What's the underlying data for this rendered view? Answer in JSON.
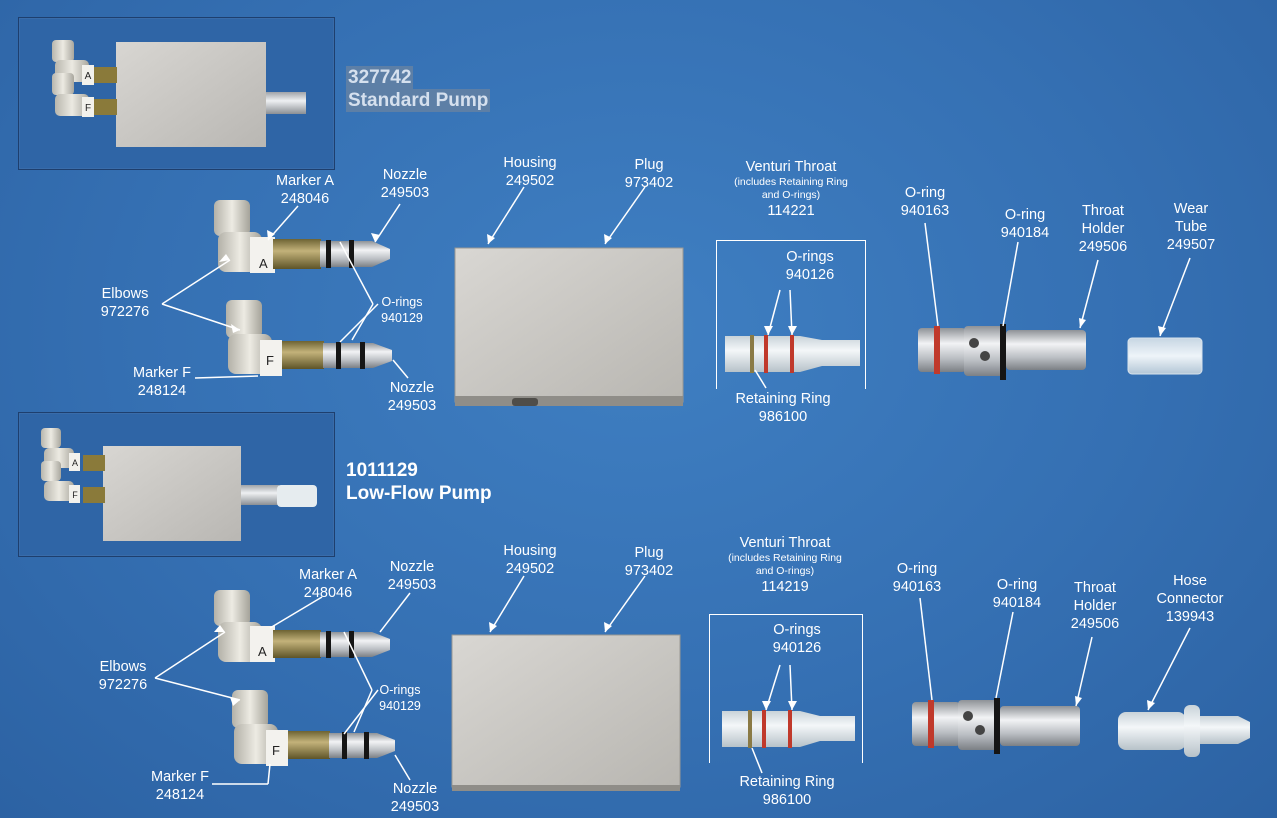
{
  "standard_pump": {
    "part_number": "327742",
    "name": "Standard Pump",
    "labels": {
      "marker_a": {
        "name": "Marker A",
        "part": "248046"
      },
      "nozzle_top": {
        "name": "Nozzle",
        "part": "249503"
      },
      "housing": {
        "name": "Housing",
        "part": "249502"
      },
      "plug": {
        "name": "Plug",
        "part": "973402"
      },
      "venturi": {
        "name": "Venturi Throat",
        "note1": "(includes Retaining Ring",
        "note2": "and O-rings)",
        "part": "114221"
      },
      "oring_1": {
        "name": "O-ring",
        "part": "940163"
      },
      "oring_2": {
        "name": "O-ring",
        "part": "940184"
      },
      "throat_holder": {
        "line1": "Throat",
        "line2": "Holder",
        "part": "249506"
      },
      "wear_tube": {
        "line1": "Wear",
        "line2": "Tube",
        "part": "249507"
      },
      "elbows": {
        "name": "Elbows",
        "part": "972276"
      },
      "orings_nozzle": {
        "name": "O-rings",
        "part": "940129"
      },
      "orings_venturi": {
        "name": "O-rings",
        "part": "940126"
      },
      "marker_f": {
        "name": "Marker F",
        "part": "248124"
      },
      "nozzle_bottom": {
        "name": "Nozzle",
        "part": "249503"
      },
      "retaining_ring": {
        "name": "Retaining Ring",
        "part": "986100"
      }
    }
  },
  "low_flow_pump": {
    "part_number": "1011129",
    "name": "Low-Flow Pump",
    "labels": {
      "marker_a": {
        "name": "Marker A",
        "part": "248046"
      },
      "nozzle_top": {
        "name": "Nozzle",
        "part": "249503"
      },
      "housing": {
        "name": "Housing",
        "part": "249502"
      },
      "plug": {
        "name": "Plug",
        "part": "973402"
      },
      "venturi": {
        "name": "Venturi Throat",
        "note1": "(includes Retaining Ring",
        "note2": "and O-rings)",
        "part": "114219"
      },
      "oring_1": {
        "name": "O-ring",
        "part": "940163"
      },
      "oring_2": {
        "name": "O-ring",
        "part": "940184"
      },
      "throat_holder": {
        "line1": "Throat",
        "line2": "Holder",
        "part": "249506"
      },
      "hose_connector": {
        "line1": "Hose",
        "line2": "Connector",
        "part": "139943"
      },
      "elbows": {
        "name": "Elbows",
        "part": "972276"
      },
      "orings_nozzle": {
        "name": "O-rings",
        "part": "940129"
      },
      "orings_venturi": {
        "name": "O-rings",
        "part": "940126"
      },
      "marker_f": {
        "name": "Marker F",
        "part": "248124"
      },
      "nozzle_bottom": {
        "name": "Nozzle",
        "part": "249503"
      },
      "retaining_ring": {
        "name": "Retaining Ring",
        "part": "986100"
      }
    }
  },
  "marker_letters": {
    "a": "A",
    "f": "F"
  },
  "colors": {
    "background": "#3570b3",
    "oring_red": "#c0392b",
    "metal": "#c9c9c9"
  }
}
